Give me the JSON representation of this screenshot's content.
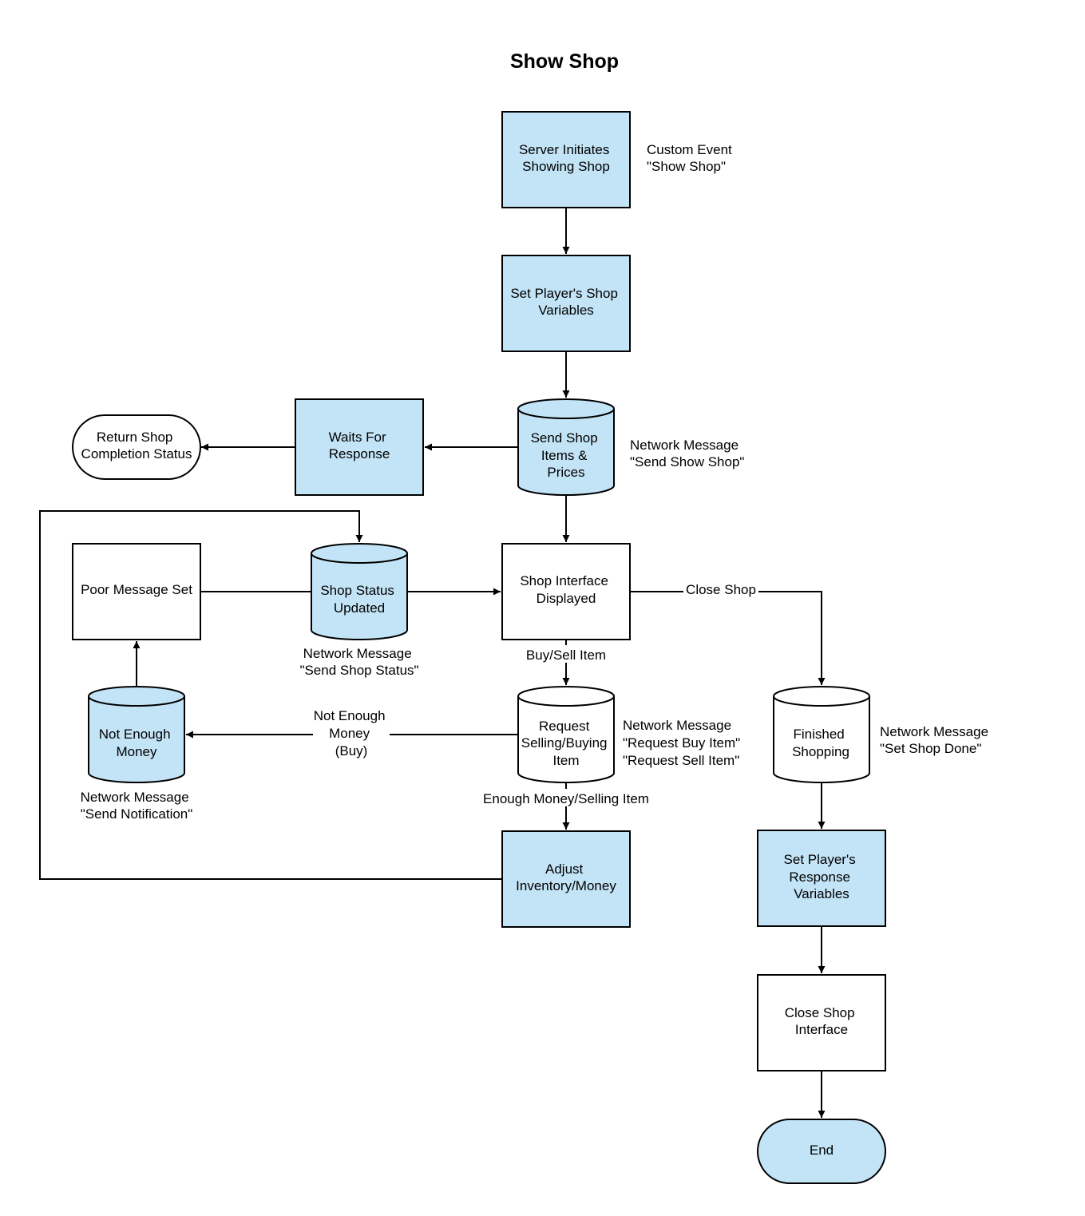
{
  "title": "Show Shop",
  "colors": {
    "fill_blue": "#c3e4f6",
    "fill_white": "#ffffff",
    "stroke": "#000000"
  },
  "nodes": {
    "server_initiates": {
      "lines": [
        "Server Initiates",
        "Showing Shop"
      ],
      "shape": "rect",
      "fill": "blue"
    },
    "set_shop_vars": {
      "lines": [
        "Set Player's Shop",
        "Variables"
      ],
      "shape": "rect",
      "fill": "blue"
    },
    "send_shop_items": {
      "lines": [
        "Send Shop",
        "Items &",
        "Prices"
      ],
      "shape": "cylinder",
      "fill": "blue"
    },
    "waits_for_response": {
      "lines": [
        "Waits For",
        "Response"
      ],
      "shape": "rect",
      "fill": "blue"
    },
    "return_status": {
      "lines": [
        "Return Shop",
        "Completion Status"
      ],
      "shape": "terminal",
      "fill": "white"
    },
    "poor_message": {
      "lines": [
        "Poor Message Set"
      ],
      "shape": "rect",
      "fill": "white"
    },
    "shop_status_updated": {
      "lines": [
        "Shop Status",
        "Updated"
      ],
      "shape": "cylinder",
      "fill": "blue"
    },
    "shop_interface": {
      "lines": [
        "Shop Interface",
        "Displayed"
      ],
      "shape": "rect",
      "fill": "white"
    },
    "not_enough_money": {
      "lines": [
        "Not Enough",
        "Money"
      ],
      "shape": "cylinder",
      "fill": "blue"
    },
    "request_sell_buy": {
      "lines": [
        "Request",
        "Selling/Buying",
        "Item"
      ],
      "shape": "cylinder",
      "fill": "white"
    },
    "finished_shopping": {
      "lines": [
        "Finished",
        "Shopping"
      ],
      "shape": "cylinder",
      "fill": "white"
    },
    "adjust_inventory": {
      "lines": [
        "Adjust",
        "Inventory/Money"
      ],
      "shape": "rect",
      "fill": "blue"
    },
    "set_response_vars": {
      "lines": [
        "Set Player's",
        "Response",
        "Variables"
      ],
      "shape": "rect",
      "fill": "blue"
    },
    "close_interface": {
      "lines": [
        "Close Shop",
        "Interface"
      ],
      "shape": "rect",
      "fill": "white"
    },
    "end": {
      "lines": [
        "End"
      ],
      "shape": "terminal",
      "fill": "blue"
    }
  },
  "annotations": {
    "custom_event": [
      "Custom Event",
      "\"Show Shop\""
    ],
    "send_show_shop": [
      "Network Message",
      "\"Send Show Shop\""
    ],
    "send_shop_status": [
      "Network Message",
      "\"Send Shop Status\""
    ],
    "request_items": [
      "Network Message",
      "\"Request Buy Item\"",
      "\"Request Sell Item\""
    ],
    "set_shop_done": [
      "Network Message",
      "\"Set Shop Done\""
    ],
    "send_notification": [
      "Network Message",
      "\"Send Notification\""
    ]
  },
  "edge_labels": {
    "close_shop": "Close Shop",
    "buy_sell": "Buy/Sell Item",
    "not_enough": [
      "Not Enough",
      "Money",
      "(Buy)"
    ],
    "enough": "Enough Money/Selling Item"
  }
}
